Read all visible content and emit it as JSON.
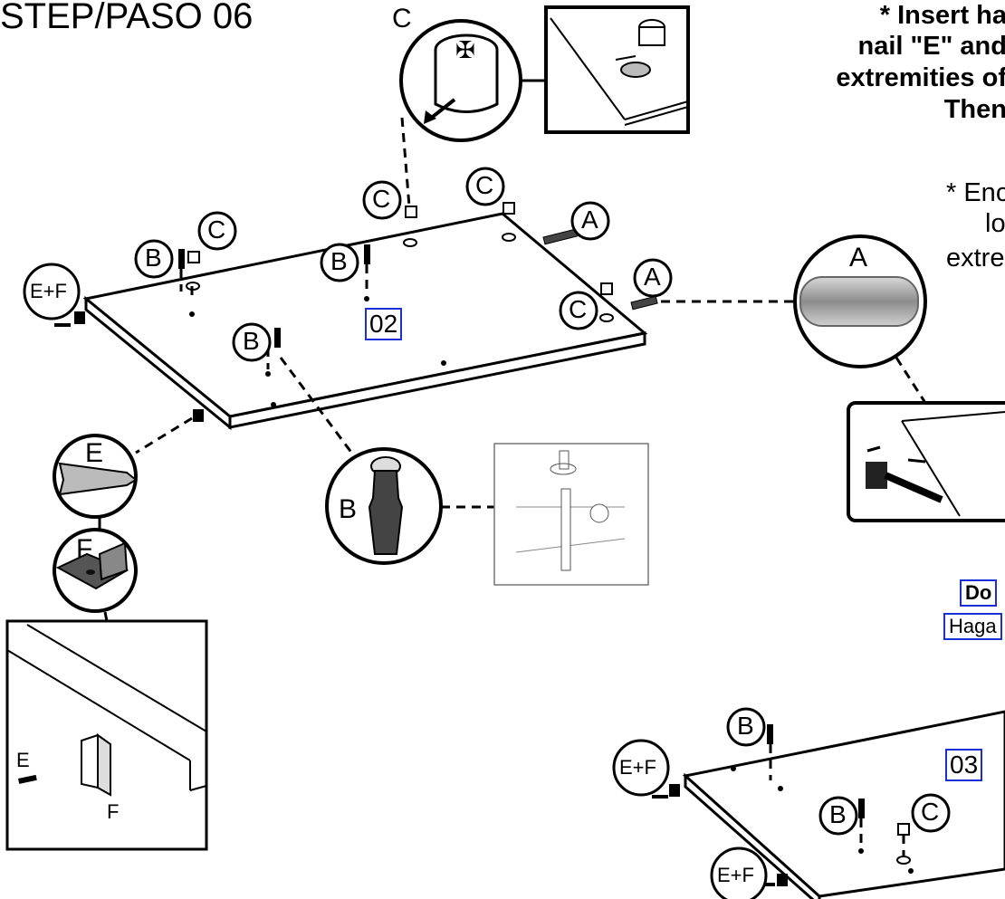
{
  "title": "STEP/PASO 06",
  "notes_en": [
    "* Insert ha",
    "nail \"E\" and",
    "extremities of",
    "Then"
  ],
  "notes_es": [
    "* Enc",
    "lo",
    "extre"
  ],
  "panels": {
    "panel1": "02",
    "panel2": "03"
  },
  "parts": {
    "A": "A",
    "B": "B",
    "C": "C",
    "E": "E",
    "F": "F",
    "EF": "E+F"
  },
  "callouts": {
    "dont": "Do",
    "haga": "Haga"
  },
  "colors": {
    "accent": "#1a2fd8",
    "ink": "#000000",
    "dowel": "#9a9a9a"
  }
}
